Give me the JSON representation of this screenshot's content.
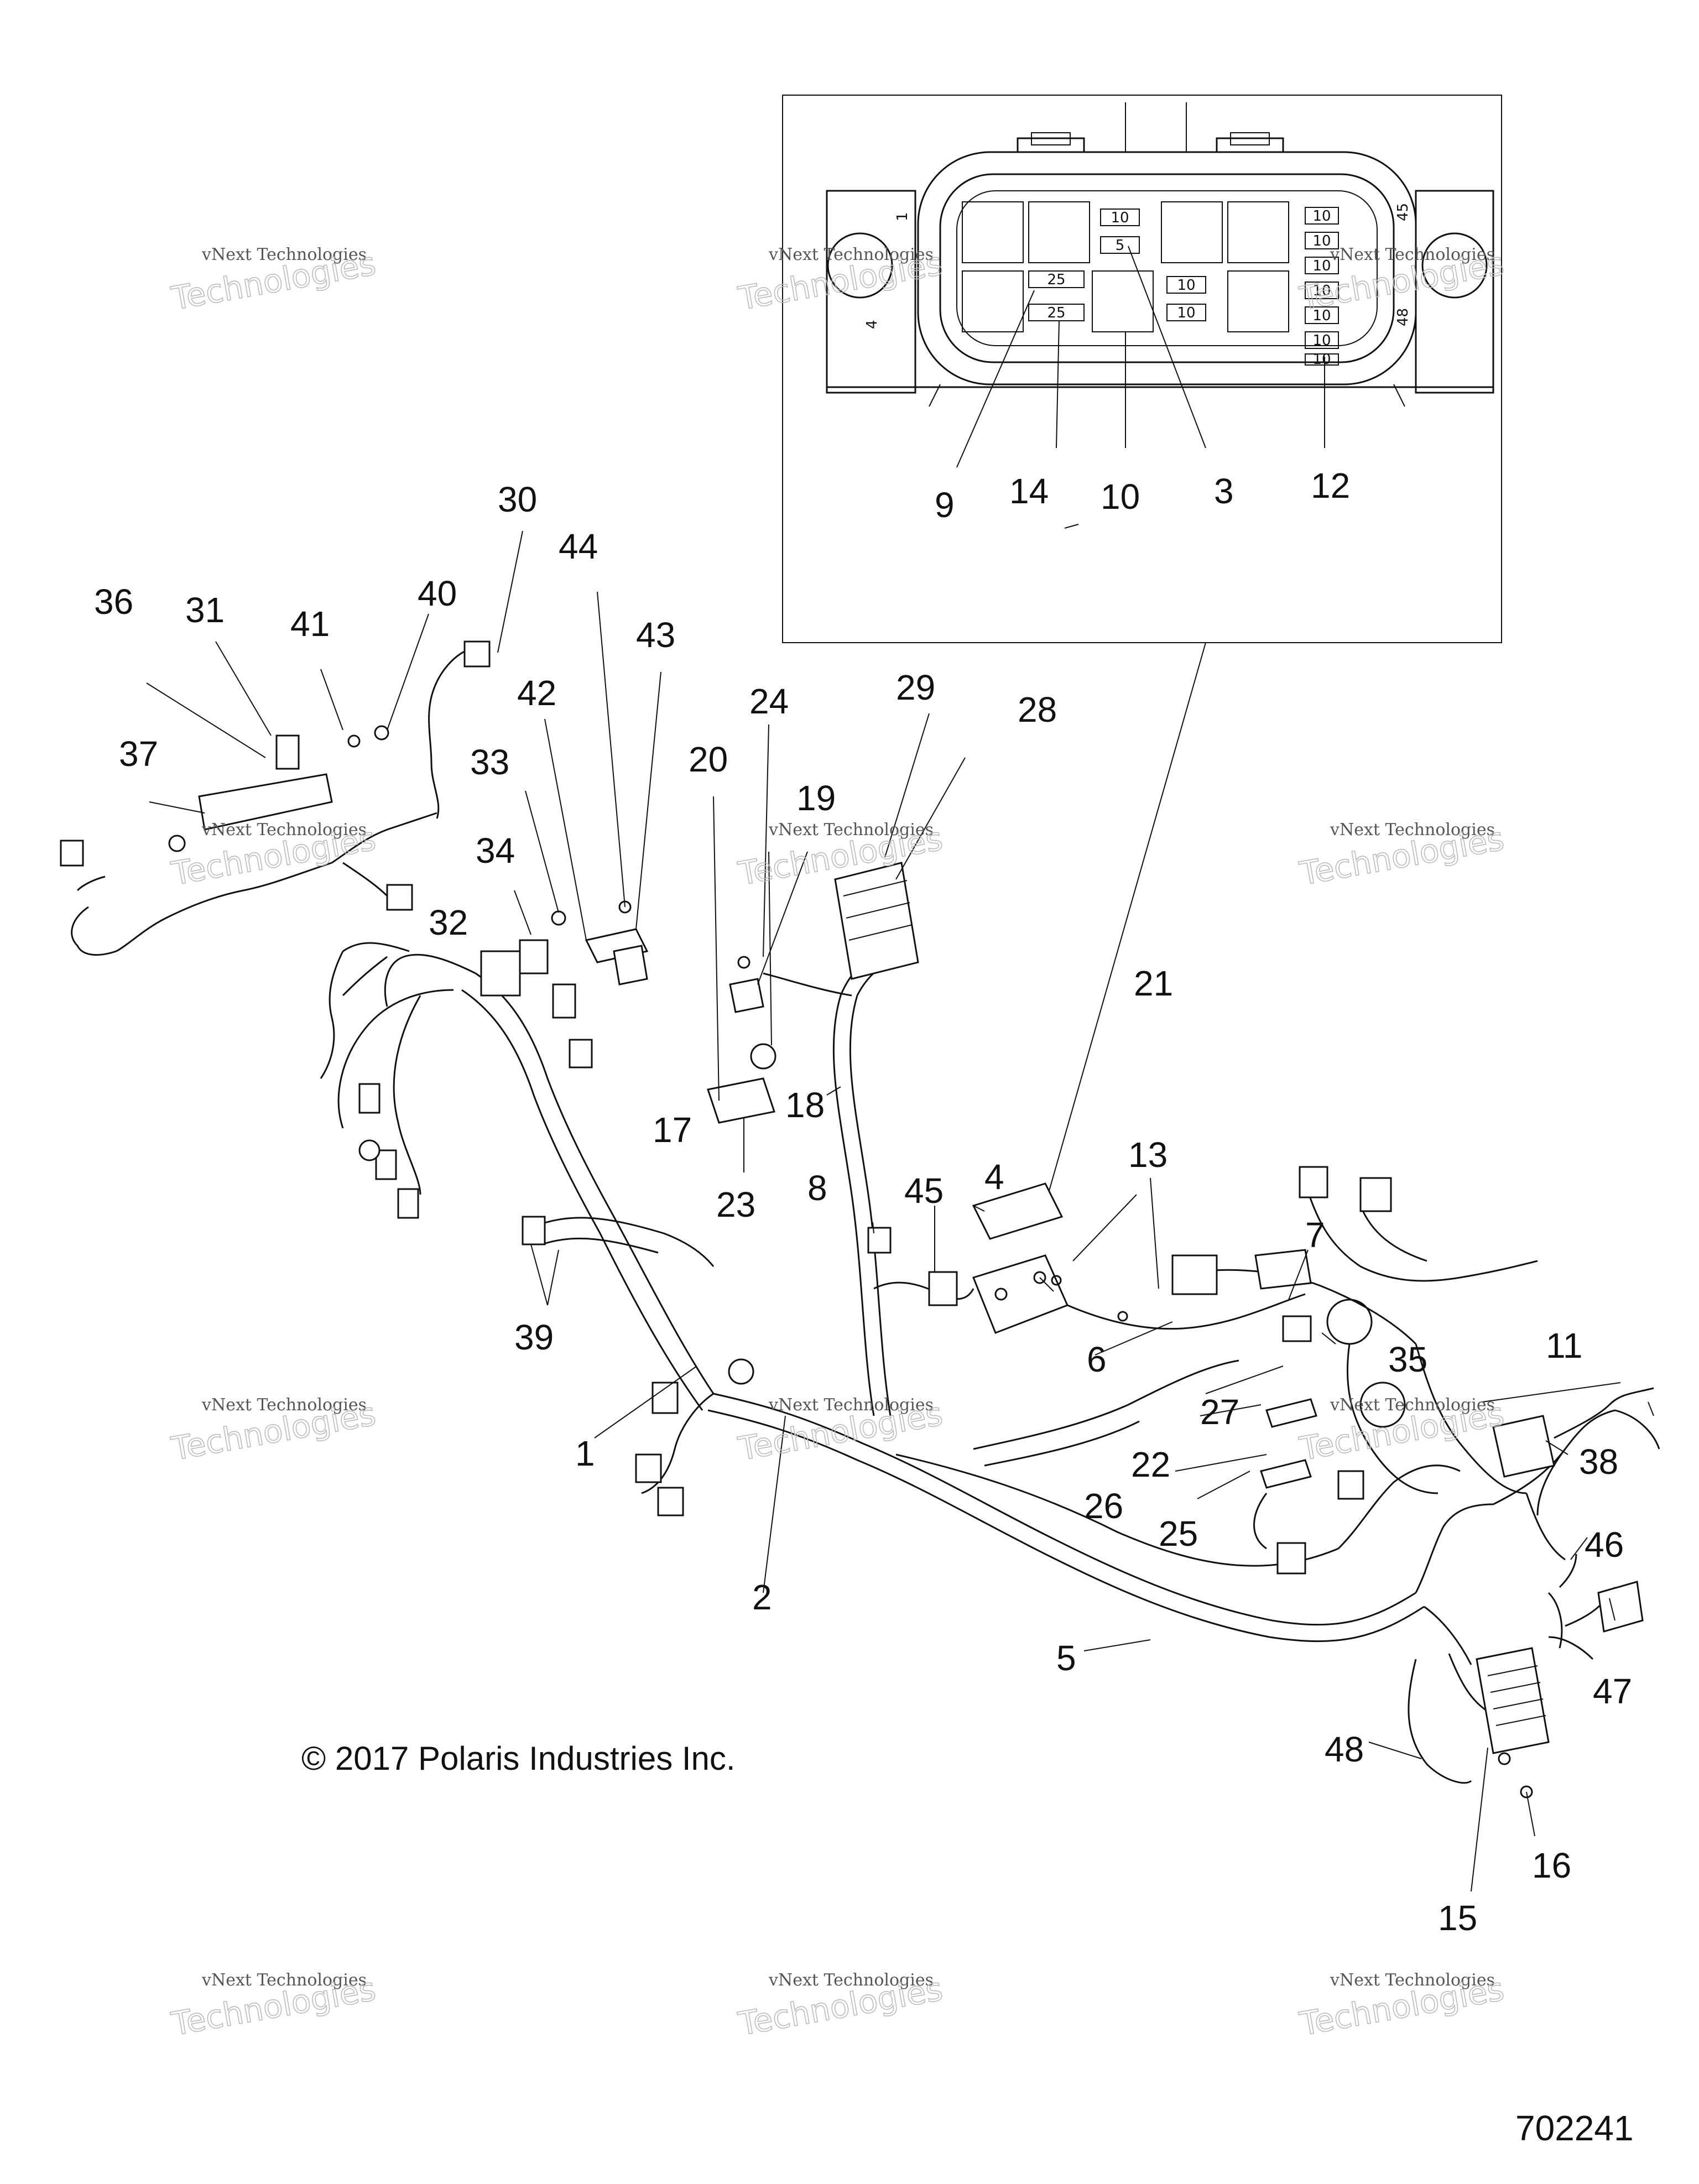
{
  "diagram": {
    "callouts": [
      {
        "id": "1",
        "label": "1"
      },
      {
        "id": "2",
        "label": "2"
      },
      {
        "id": "3",
        "label": "3"
      },
      {
        "id": "4",
        "label": "4"
      },
      {
        "id": "5",
        "label": "5"
      },
      {
        "id": "6",
        "label": "6"
      },
      {
        "id": "7",
        "label": "7"
      },
      {
        "id": "8",
        "label": "8"
      },
      {
        "id": "9",
        "label": "9"
      },
      {
        "id": "10",
        "label": "10"
      },
      {
        "id": "10b",
        "label": "10"
      },
      {
        "id": "11",
        "label": "11"
      },
      {
        "id": "12",
        "label": "12"
      },
      {
        "id": "13",
        "label": "13"
      },
      {
        "id": "14",
        "label": "14"
      },
      {
        "id": "15",
        "label": "15"
      },
      {
        "id": "16",
        "label": "16"
      },
      {
        "id": "17",
        "label": "17"
      },
      {
        "id": "18",
        "label": "18"
      },
      {
        "id": "19",
        "label": "19"
      },
      {
        "id": "20",
        "label": "20"
      },
      {
        "id": "21",
        "label": "21"
      },
      {
        "id": "22",
        "label": "22"
      },
      {
        "id": "23",
        "label": "23"
      },
      {
        "id": "24",
        "label": "24"
      },
      {
        "id": "25",
        "label": "25"
      },
      {
        "id": "26",
        "label": "26"
      },
      {
        "id": "27",
        "label": "27"
      },
      {
        "id": "28",
        "label": "28"
      },
      {
        "id": "29",
        "label": "29"
      },
      {
        "id": "30",
        "label": "30"
      },
      {
        "id": "31",
        "label": "31"
      },
      {
        "id": "32",
        "label": "32"
      },
      {
        "id": "33",
        "label": "33"
      },
      {
        "id": "34",
        "label": "34"
      },
      {
        "id": "35",
        "label": "35"
      },
      {
        "id": "36",
        "label": "36"
      },
      {
        "id": "37",
        "label": "37"
      },
      {
        "id": "38",
        "label": "38"
      },
      {
        "id": "39",
        "label": "39"
      },
      {
        "id": "40",
        "label": "40"
      },
      {
        "id": "41",
        "label": "41"
      },
      {
        "id": "42",
        "label": "42"
      },
      {
        "id": "43",
        "label": "43"
      },
      {
        "id": "44",
        "label": "44"
      },
      {
        "id": "45",
        "label": "45"
      },
      {
        "id": "46",
        "label": "46"
      },
      {
        "id": "47",
        "label": "47"
      },
      {
        "id": "48",
        "label": "48"
      }
    ],
    "fuse_box": {
      "fuse_ratings": [
        "10",
        "5",
        "25",
        "25",
        "10",
        "10",
        "10",
        "10",
        "10",
        "10",
        "10",
        "10",
        "10"
      ],
      "side_markings": [
        "1",
        "4",
        "45",
        "48"
      ]
    },
    "copyright": "© 2017 Polaris Industries Inc.",
    "drawing_number": "702241",
    "watermark_top": "vNext Technologies",
    "watermark_big": "Technologies",
    "watermark_small": "vNext"
  }
}
